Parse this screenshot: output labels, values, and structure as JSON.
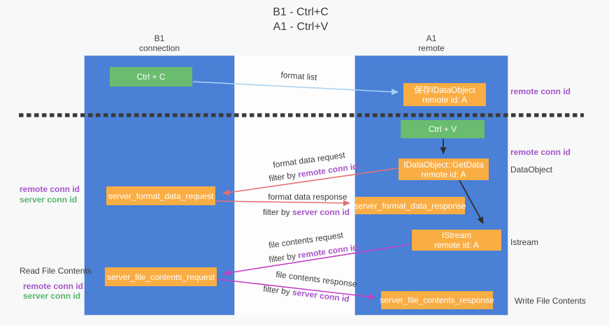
{
  "title": {
    "line1": "B1 - Ctrl+C",
    "line2": "A1 - Ctrl+V"
  },
  "lanes": {
    "left": {
      "name": "B1",
      "role": "connection"
    },
    "right": {
      "name": "A1",
      "role": "remote"
    }
  },
  "boxes": {
    "ctrl_c": {
      "label": "Ctrl + C"
    },
    "ctrl_v": {
      "label": "Ctrl + V"
    },
    "save_idataobject": {
      "line1": "保存IDataObject",
      "line2": "remote id: A"
    },
    "idataobject_getdata": {
      "line1": "IDataObject::GetData",
      "line2": "remote id: A"
    },
    "istream": {
      "line1": "IStream",
      "line2": "remote id: A"
    },
    "server_format_data_request": {
      "label": "server_format_data_request"
    },
    "server_format_data_response": {
      "label": "server_format_data_response"
    },
    "server_file_contents_request": {
      "label": "server_file_contents_request"
    },
    "server_file_contents_response": {
      "label": "server_file_contents_response"
    }
  },
  "arrow_labels": {
    "format_list": "format list",
    "format_data_request": "format data request",
    "format_data_response": "format data response",
    "file_contents_request": "file contents request",
    "file_contents_response": "file contents response",
    "filter_by": "filter by "
  },
  "side_labels": {
    "remote_conn_id": "remote conn id",
    "server_conn_id": "server conn id",
    "dataobject": "DataObject",
    "istream": "Istream",
    "read_file_contents": "Read File Contents",
    "write_file_contents": "Write File Contents"
  },
  "colors": {
    "bg": "#f7f8f8",
    "lane_blue": "#4a80d6",
    "lane_border": "#c7d4ef",
    "box_green": "#6abc6e",
    "box_orange": "#f9ad43",
    "text_dark": "#3d3d3d",
    "text_purple": "#a656c8",
    "text_green": "#56b56c",
    "arrow_red": "#e87070",
    "arrow_magenta": "#c53fc5",
    "arrow_lightblue": "#a9d2f2",
    "arrow_black": "#2e2e2e",
    "dash": "#3b3b3b",
    "gap_white": "#fdfdfd"
  }
}
